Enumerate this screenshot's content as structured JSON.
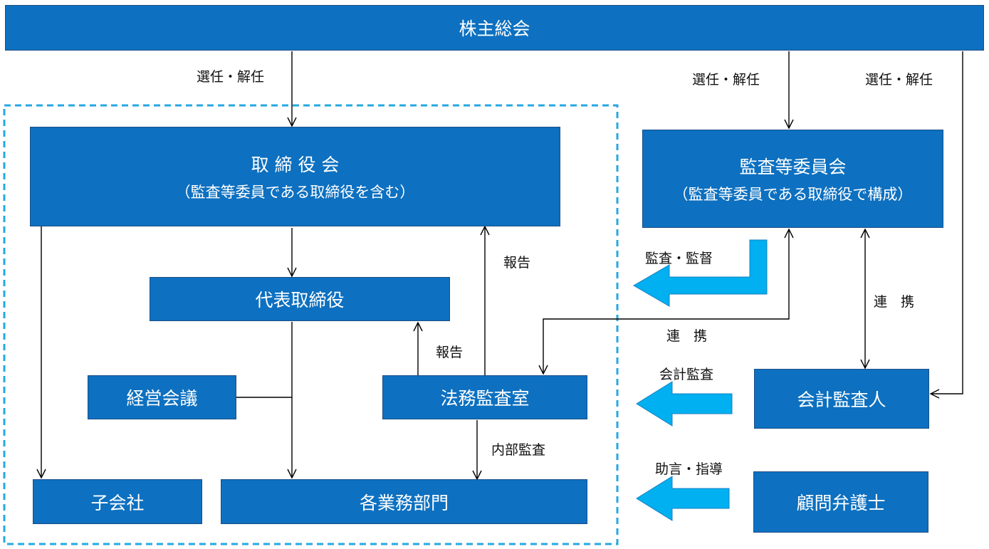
{
  "colors": {
    "box_fill": "#0d70c0",
    "box_border": "#1d4e86",
    "dashed_border": "#26a8e0",
    "block_arrow": "#00b0f0",
    "line": "#000000"
  },
  "boxes": {
    "shareholders_meeting": "株主総会",
    "board": {
      "title": "取 締 役 会",
      "subtitle": "（監査等委員である取締役を含む）"
    },
    "audit_committee": {
      "title": "監査等委員会",
      "subtitle": "（監査等委員である取締役で構成）"
    },
    "representative_director": "代表取締役",
    "management_meeting": "経営会議",
    "legal_audit_office": "法務監査室",
    "accounting_auditor": "会計監査人",
    "subsidiaries": "子会社",
    "business_departments": "各業務部門",
    "legal_advisor": "顧問弁護士"
  },
  "labels": {
    "elect_board": "選任・解任",
    "elect_committee": "選任・解任",
    "elect_auditor": "選任・解任",
    "report_to_board": "報告",
    "report_to_rep": "報告",
    "internal_audit": "内部監査",
    "audit_supervision": "監査・監督",
    "cooperation_auditor": "連　携",
    "cooperation_office": "連　携",
    "accounting_audit": "会計監査",
    "advice_guidance": "助言・指導"
  }
}
